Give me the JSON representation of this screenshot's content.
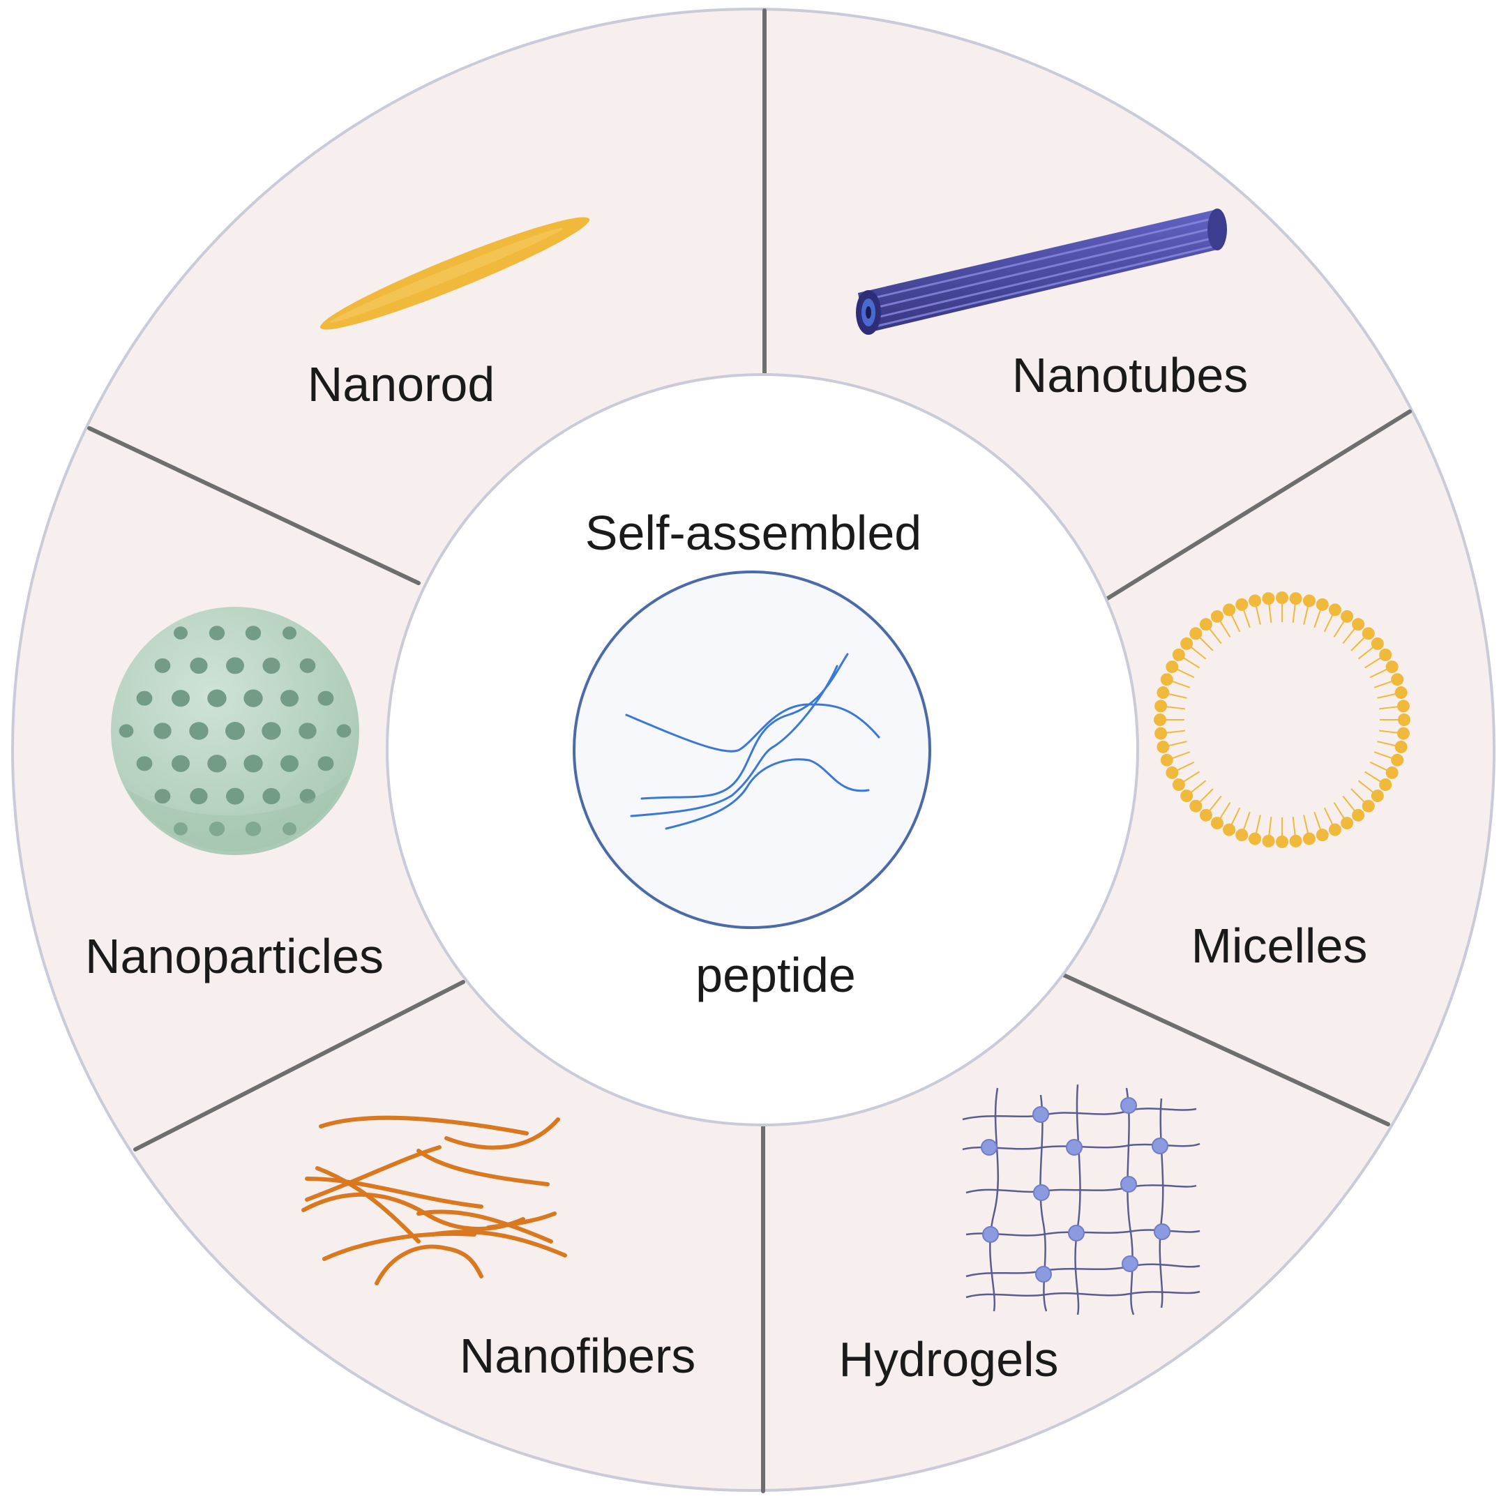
{
  "center": {
    "line1": "Self-assembled",
    "line2": "peptide"
  },
  "segments": [
    {
      "id": "nanorod",
      "label": "Nanorod",
      "icon": "nanorod-icon"
    },
    {
      "id": "nanotubes",
      "label": "Nanotubes",
      "icon": "nanotube-icon"
    },
    {
      "id": "micelles",
      "label": "Micelles",
      "icon": "micelle-icon"
    },
    {
      "id": "hydrogels",
      "label": "Hydrogels",
      "icon": "hydrogel-network-icon"
    },
    {
      "id": "nanofibers",
      "label": "Nanofibers",
      "icon": "nanofiber-mesh-icon"
    },
    {
      "id": "nanoparticles",
      "label": "Nanoparticles",
      "icon": "nanoparticle-sphere-icon"
    }
  ],
  "colors": {
    "ring_fill": "#f7efee",
    "ring_border": "#c9cbd8",
    "divider": "#6e6e6e",
    "center_fill": "#ffffff",
    "peptide_circle_stroke": "#4a6aa8",
    "peptide_circle_fill": "#f6f8fb",
    "peptide_strand": "#3a78d8",
    "nanorod": "#f0b93c",
    "nanotube": "#4a4aa8",
    "micelle": "#f0b93c",
    "hydrogel_node": "#8c9be0",
    "hydrogel_line": "#5a5c90",
    "nanofiber": "#d9781e",
    "nanoparticle_body": "#b8d4c3",
    "nanoparticle_dot": "#729c85"
  }
}
